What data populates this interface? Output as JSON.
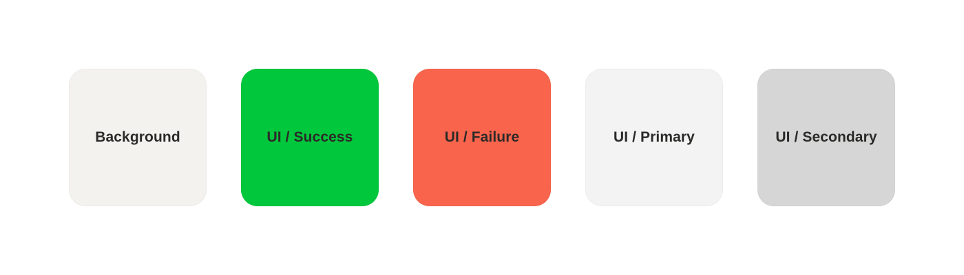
{
  "swatches": [
    {
      "label": "Background",
      "color": "#f4f2ef"
    },
    {
      "label": "UI / Success",
      "color": "#00c73c"
    },
    {
      "label": "UI / Failure",
      "color": "#f9644c"
    },
    {
      "label": "UI / Primary",
      "color": "#f3f3f3"
    },
    {
      "label": "UI / Secondary",
      "color": "#d6d6d6"
    }
  ]
}
